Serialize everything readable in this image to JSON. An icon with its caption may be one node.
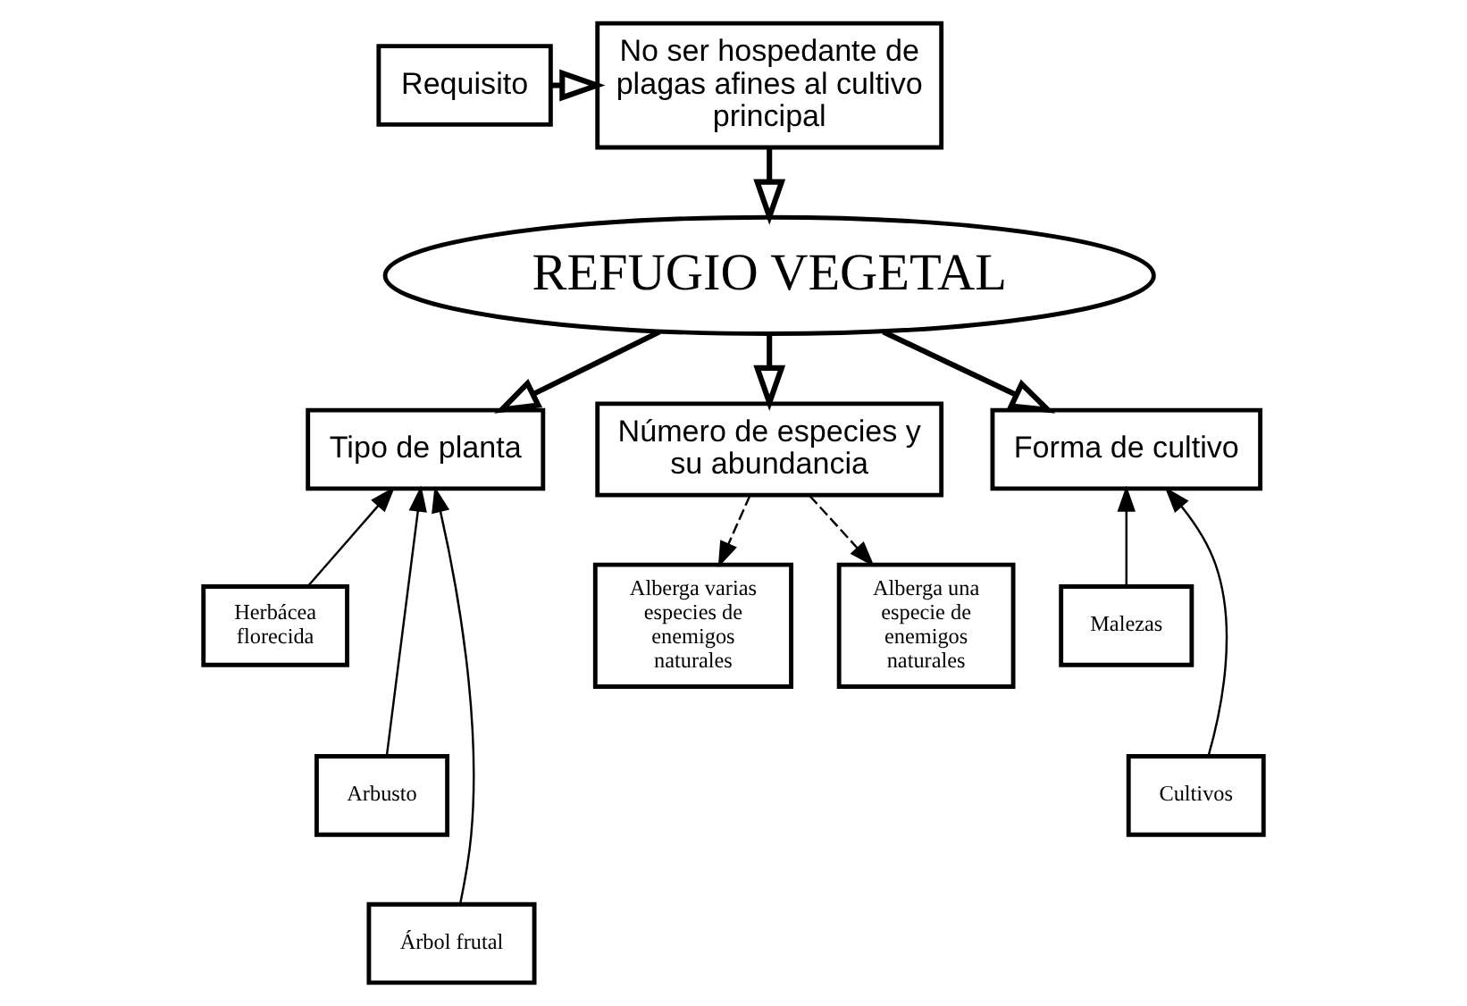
{
  "diagram": {
    "nodes": [
      {
        "text": [
          "Requisito"
        ]
      },
      {
        "text": [
          "No ser hospedante de plagas afines al cultivo principal"
        ]
      },
      {
        "text": [
          "REFUGIO VEGETAL"
        ]
      },
      {
        "text": [
          "Tipo de planta"
        ]
      },
      {
        "text": [
          "Número de especies y su abundancia"
        ]
      },
      {
        "text": [
          "Forma de cultivo"
        ]
      },
      {
        "text": [
          "Herbácea florecida"
        ]
      },
      {
        "text": [
          "Arbusto"
        ]
      },
      {
        "text": [
          "Árbol frutal"
        ]
      },
      {
        "text": [
          "Alberga varias especies de enemigos naturales"
        ]
      },
      {
        "text": [
          "Alberga una especie de enemigos naturales"
        ]
      },
      {
        "text": [
          "Malezas"
        ]
      },
      {
        "text": [
          "Cultivos"
        ]
      }
    ],
    "edges": [
      {
        "from": 0,
        "to": 1,
        "arrow": "to",
        "style": "thick"
      },
      {
        "from": 1,
        "to": 2,
        "arrow": "to",
        "style": "thick"
      },
      {
        "from": 2,
        "to": 3,
        "arrow": "to",
        "style": "thick"
      },
      {
        "from": 2,
        "to": 4,
        "arrow": "to",
        "style": "thick"
      },
      {
        "from": 2,
        "to": 5,
        "arrow": "to",
        "style": "thick"
      },
      {
        "from": 4,
        "to": 9,
        "arrow": "to",
        "style": "dashed"
      },
      {
        "from": 4,
        "to": 10,
        "arrow": "to",
        "style": "dashed"
      },
      {
        "from": 6,
        "to": 3,
        "arrow": "to"
      },
      {
        "from": 7,
        "to": 3,
        "arrow": "to"
      },
      {
        "from": 8,
        "to": 3,
        "arrow": "to"
      },
      {
        "from": 11,
        "to": 5,
        "arrow": "to"
      },
      {
        "from": 12,
        "to": 5,
        "arrow": "to"
      }
    ]
  }
}
